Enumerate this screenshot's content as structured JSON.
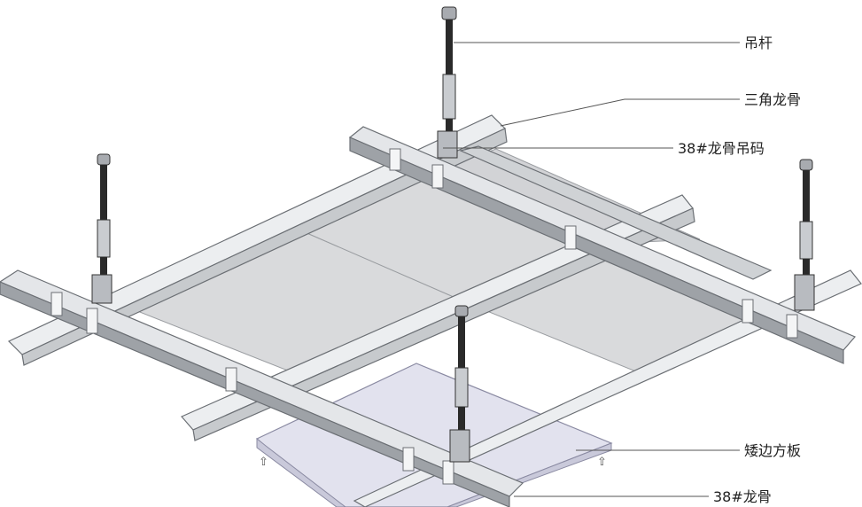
{
  "labels": {
    "hanger_rod": "吊杆",
    "triangle_keel": "三角龙骨",
    "keel_hanger_clip": "38#龙骨吊码",
    "drop_edge_panel": "矮边方板",
    "main_keel": "38#龙骨"
  },
  "colors": {
    "panel_fill": "#d9dadc",
    "panel_fill_drop": "#e2e2ee",
    "rail_light": "#eceef0",
    "rail_mid": "#c7cacd",
    "rail_dark": "#8d9196",
    "rod_dark": "#2a2a2a",
    "rod_cap": "#a8abb0",
    "line": "#555555"
  }
}
